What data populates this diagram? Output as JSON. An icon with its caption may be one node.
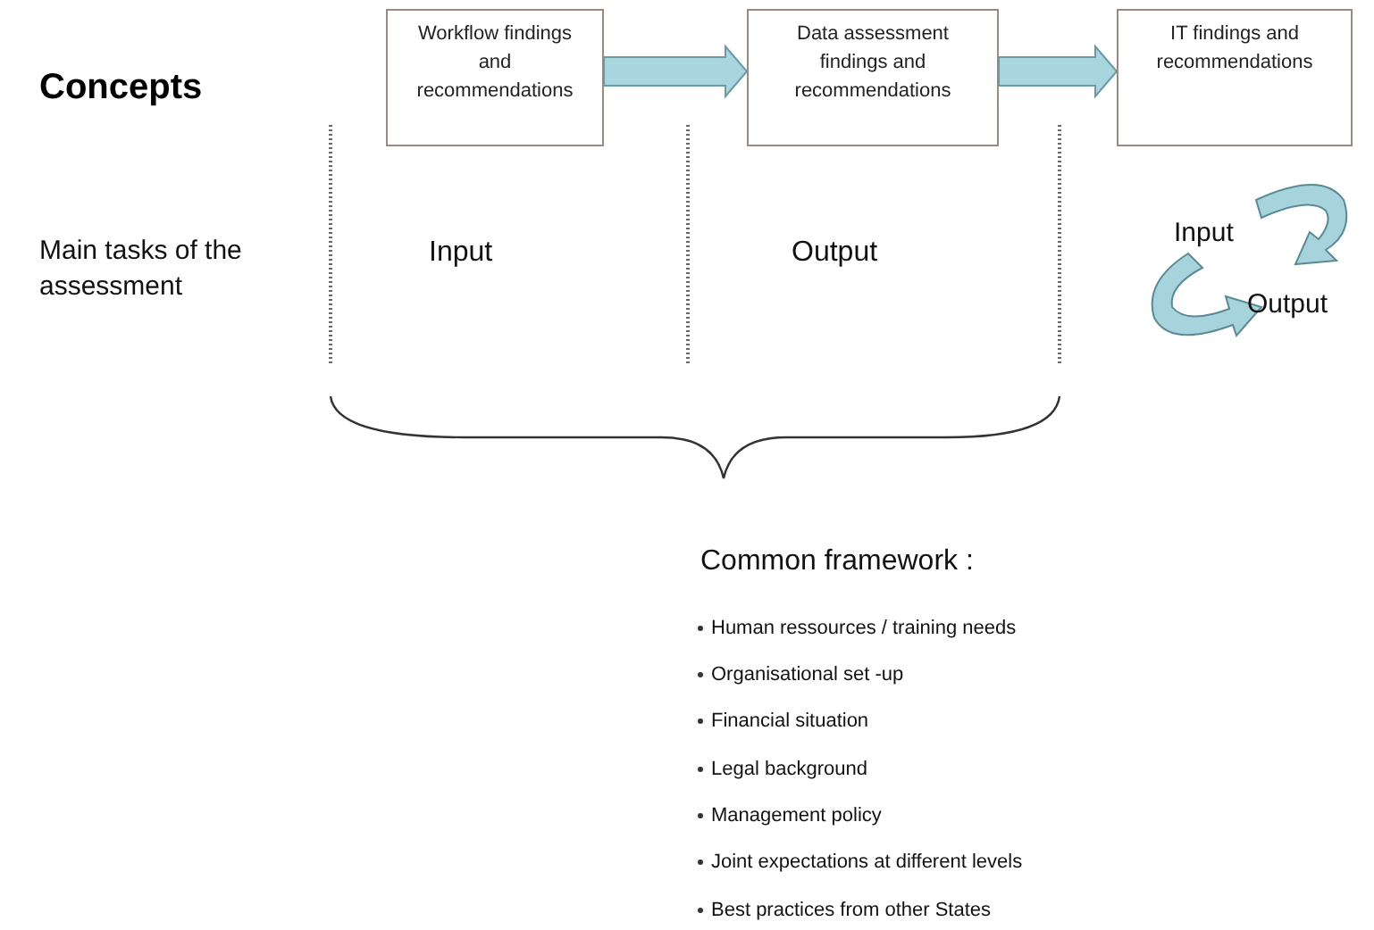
{
  "diagram": {
    "title": "Concepts",
    "nodes": [
      {
        "text": [
          "Workflow findings and recommendations"
        ]
      },
      {
        "text": [
          "Data assessment findings and recommendations"
        ]
      },
      {
        "text": [
          "IT findings and recommendations"
        ]
      }
    ],
    "edges": [
      {
        "from": 0,
        "to": 1,
        "arrow": "to",
        "style": "thick"
      },
      {
        "from": 1,
        "to": 2,
        "arrow": "to",
        "style": "thick"
      }
    ],
    "labels": [
      "Main tasks of the assessment",
      "Input",
      "Output",
      "Input",
      "Output",
      "Common framework :",
      "Human ressources / training needs",
      "Organisational set -up",
      "Financial situation",
      "Legal background",
      "Management policy",
      "Joint expectations at different levels",
      "Best practices from other States"
    ]
  }
}
